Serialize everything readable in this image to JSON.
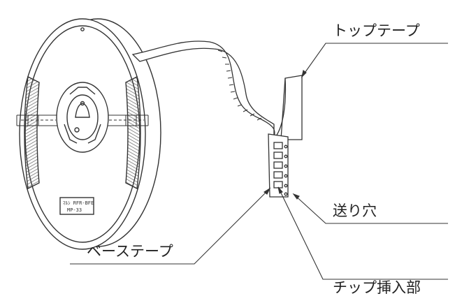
{
  "labels": {
    "top_tape": "トップテープ",
    "sprocket_hole": "送り穴",
    "base_tape": "ベーステープ",
    "chip_pocket": "チップ挿入部"
  },
  "reel_marking": {
    "line1": "ﾏﾙｼ RFR-BFE",
    "line2": "MP-33"
  },
  "colors": {
    "line": "#333333",
    "hatch": "#555555",
    "background": "#ffffff"
  }
}
